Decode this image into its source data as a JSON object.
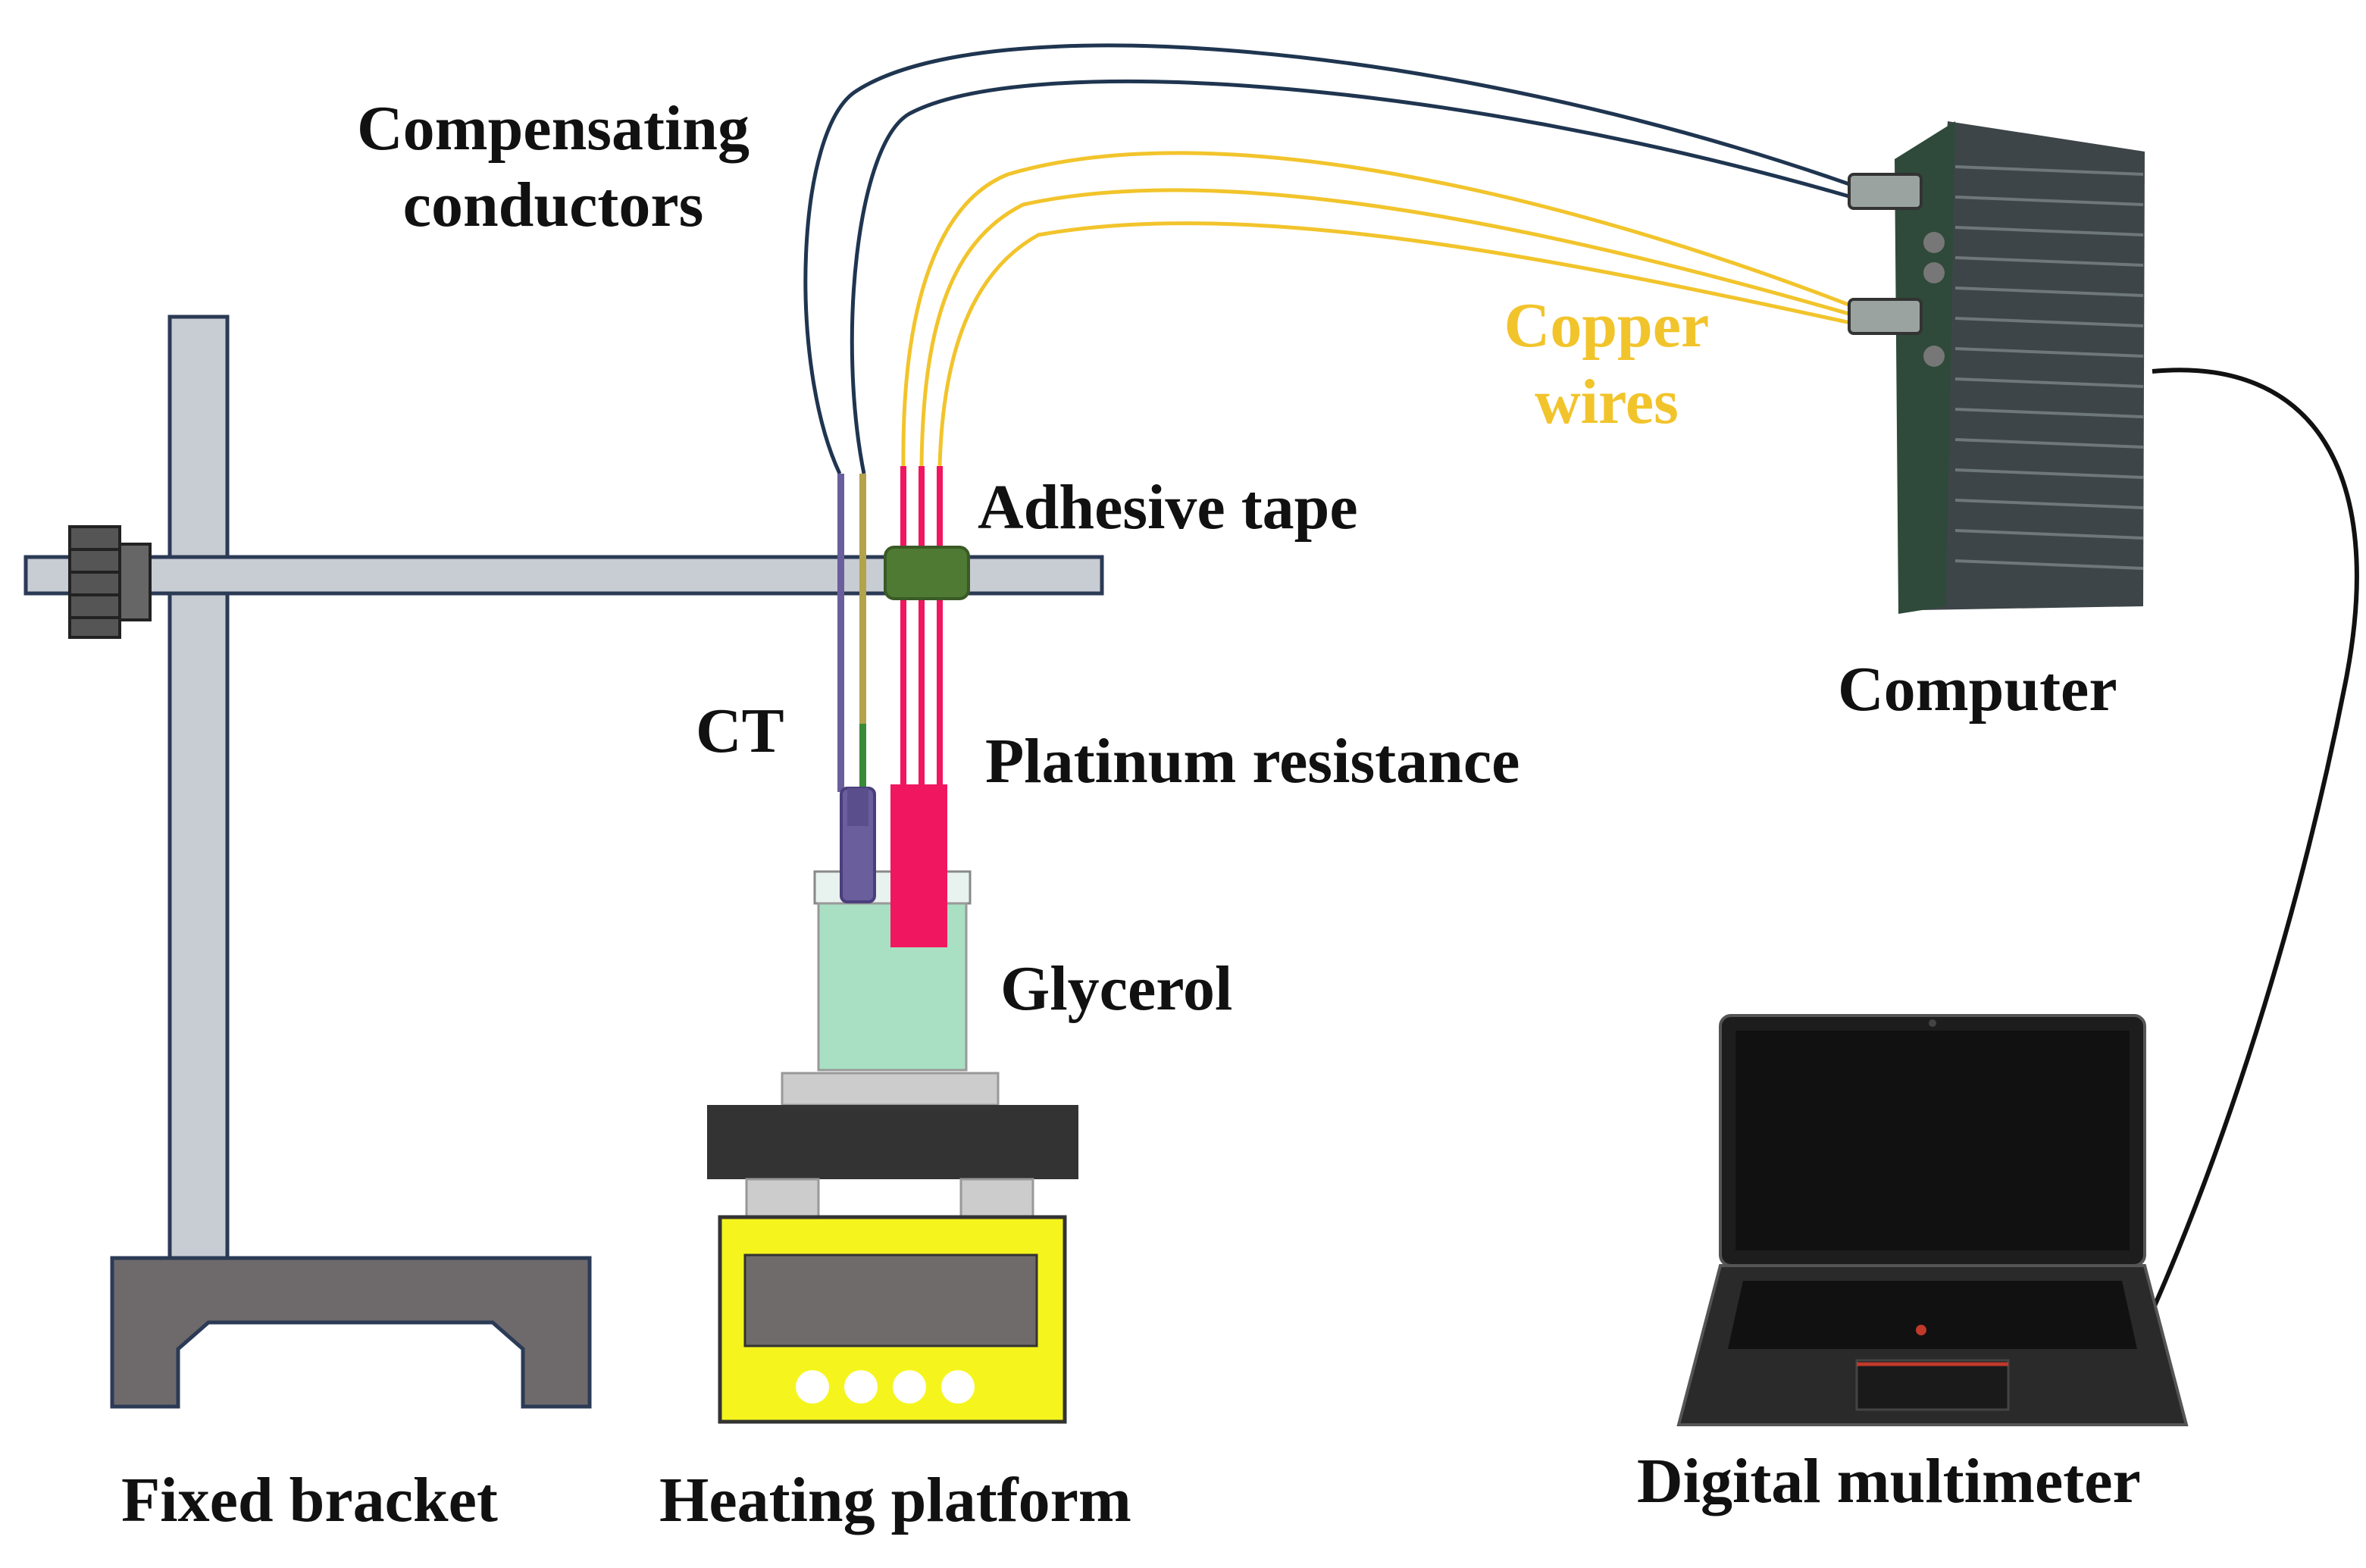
{
  "labels": {
    "compensating_line1": "Compensating",
    "compensating_line2": "conductors",
    "copper_line1": "Copper",
    "copper_line2": "wires",
    "adhesive_tape": "Adhesive tape",
    "ct": "CT",
    "platinum_resistance": "Platinum resistance",
    "glycerol": "Glycerol",
    "computer": "Computer",
    "fixed_bracket": "Fixed bracket",
    "heating_platform": "Heating platform",
    "digital_multimeter": "Digital multimeter"
  },
  "colors": {
    "bracket_fill": "#c8ccd3",
    "bracket_stroke": "#2b3a55",
    "base_fill": "#6e6a6b",
    "knob": "#555555",
    "tape": "#4e7a33",
    "compensating_wire": "#1f3550",
    "copper_wire": "#f2c42c",
    "ct_probe": "#6a5f9c",
    "platinum_probe": "#f0165f",
    "glycerol": "#a9dfc2",
    "heater_body": "#f5f51d",
    "heater_display": "#6f6b6a",
    "heater_plate": "#333333",
    "computer_body": "#3e4548",
    "laptop_body": "#222222",
    "cable": "#111111"
  },
  "icons": [
    "knob-icon",
    "laptop-icon",
    "computer-box-icon",
    "heater-button-icon"
  ]
}
